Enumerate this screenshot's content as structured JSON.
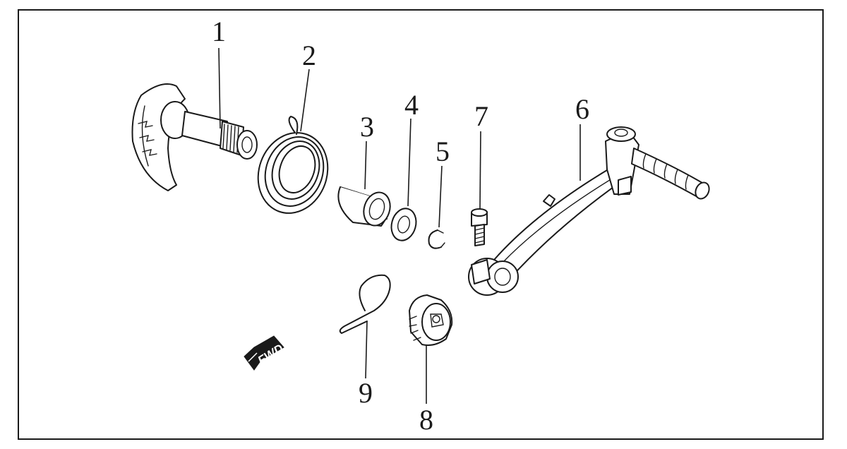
{
  "callouts": [
    {
      "id": "1",
      "label": "1"
    },
    {
      "id": "2",
      "label": "2"
    },
    {
      "id": "3",
      "label": "3"
    },
    {
      "id": "4",
      "label": "4"
    },
    {
      "id": "5",
      "label": "5"
    },
    {
      "id": "6",
      "label": "6"
    },
    {
      "id": "7",
      "label": "7"
    },
    {
      "id": "8",
      "label": "8"
    },
    {
      "id": "9",
      "label": "9"
    }
  ],
  "direction_badge": {
    "text": "FWD"
  }
}
